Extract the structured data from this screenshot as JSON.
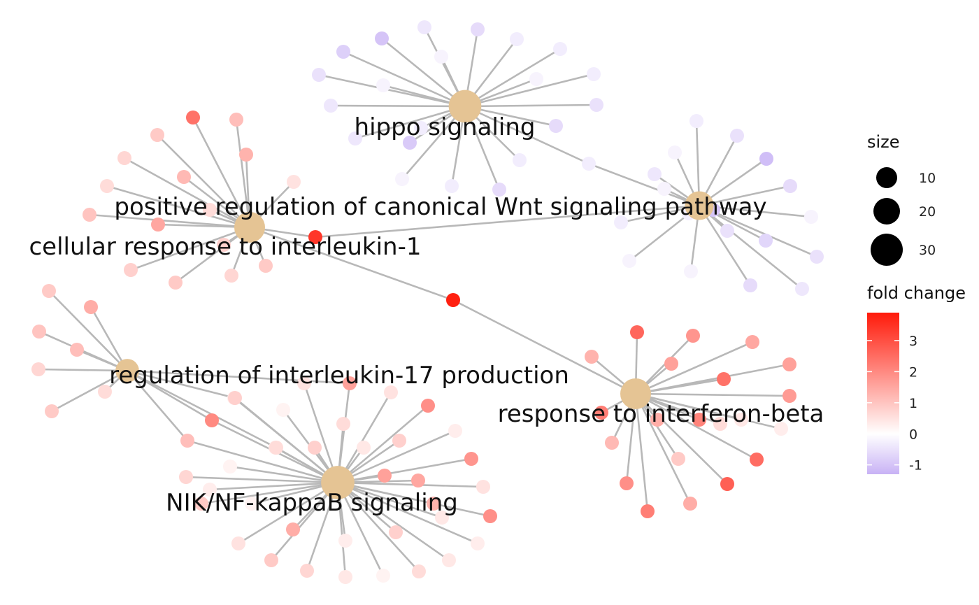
{
  "network": {
    "categories": [
      {
        "id": "hippo",
        "label": "hippo signaling",
        "size": 30
      },
      {
        "id": "wnt",
        "label": "positive regulation of canonical Wnt signaling pathway",
        "size": 20
      },
      {
        "id": "il1",
        "label": "cellular response to interleukin-1",
        "size": 25
      },
      {
        "id": "il17",
        "label": "regulation of interleukin-17 production",
        "size": 10
      },
      {
        "id": "ifnb",
        "label": "response to interferon-beta",
        "size": 25
      },
      {
        "id": "nik",
        "label": "NIK/NF-kappaB signaling",
        "size": 32
      }
    ],
    "gene_fold_changes": {
      "hippo": [
        -0.4,
        -1.0,
        -0.6,
        -0.3,
        -0.8,
        -0.2,
        -0.3,
        -0.5,
        -0.3,
        -0.2,
        -0.2,
        -0.4,
        -0.5,
        -0.9,
        -0.4,
        -0.3,
        -0.2,
        -0.3,
        -0.6,
        -0.6,
        -0.3
      ],
      "wnt": [
        -0.3,
        -0.5,
        -0.2,
        -1.1,
        -0.4,
        -0.6,
        -0.2,
        -0.7,
        -0.5,
        -0.4,
        -0.6,
        -0.3,
        -0.2,
        -0.2,
        -1.0,
        -0.3,
        -0.5,
        -0.2
      ],
      "il1": [
        2.4,
        1.1,
        0.9,
        1.3,
        0.7,
        1.2,
        0.5,
        0.6,
        1.0,
        1.5,
        0.8,
        0.9,
        0.7,
        0.6,
        0.8,
        0.9
      ],
      "il17": [
        0.9,
        1.4,
        1.0,
        0.7,
        0.9,
        1.1,
        0.6
      ],
      "ifnb": [
        2.6,
        1.8,
        1.5,
        1.3,
        1.6,
        2.4,
        1.7,
        0.6,
        2.5,
        0.3,
        1.2,
        0.9,
        2.7,
        1.9,
        1.4,
        2.2,
        1.6,
        2.1,
        2.2,
        1.4,
        0.4
      ],
      "nik": [
        0.5,
        0.5,
        0.3,
        1.9,
        0.2,
        0.6,
        0.3,
        0.8,
        0.4,
        1.8,
        0.2,
        0.7,
        1.5,
        0.5,
        0.9,
        0.4,
        1.9,
        0.8,
        1.4,
        0.5,
        0.3,
        0.3,
        0.4,
        0.9,
        0.6,
        0.2,
        0.7,
        0.4,
        0.3,
        1.6,
        0.2,
        1.3,
        0.8,
        0.4
      ]
    },
    "shared_genes": [
      {
        "links": [
          "il1",
          "ifnb"
        ],
        "fold_change": 3.8
      },
      {
        "links": [
          "il1",
          "wnt"
        ],
        "fold_change": 3.4
      },
      {
        "links": [
          "il17",
          "nik"
        ],
        "fold_change": 2.0
      },
      {
        "links": [
          "il17",
          "nik"
        ],
        "fold_change": 1.1
      },
      {
        "links": [
          "il17",
          "nik"
        ],
        "fold_change": 0.8
      },
      {
        "links": [
          "hippo",
          "wnt"
        ],
        "fold_change": -0.3
      },
      {
        "links": [
          "nik",
          "il17"
        ],
        "fold_change": 1.6
      },
      {
        "links": [
          "nik",
          "il17"
        ],
        "fold_change": 0.6
      }
    ],
    "category_color": "#E5C494",
    "edge_color": "#B8B8B8"
  },
  "legend": {
    "size_title": "size",
    "size_items": [
      {
        "label": "10",
        "value": 10
      },
      {
        "label": "20",
        "value": 20
      },
      {
        "label": "30",
        "value": 30
      }
    ],
    "color_title": "fold change",
    "color_ticks": [
      {
        "label": "3",
        "value": 3
      },
      {
        "label": "2",
        "value": 2
      },
      {
        "label": "1",
        "value": 1
      },
      {
        "label": "0",
        "value": 0
      },
      {
        "label": "-1",
        "value": -1
      }
    ],
    "color_range": [
      -1.3,
      3.9
    ],
    "color_low": "#C8B2F5",
    "color_mid": "#FFFFFF",
    "color_high": "#FF1A0A"
  }
}
